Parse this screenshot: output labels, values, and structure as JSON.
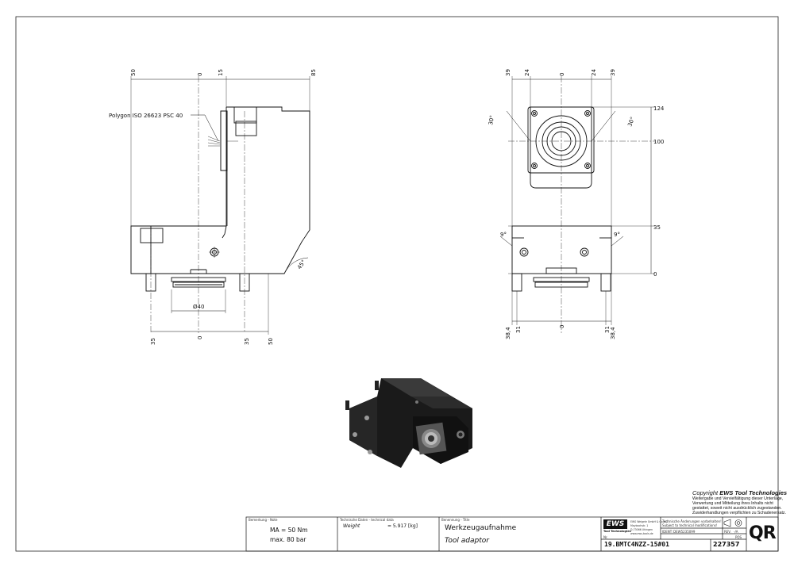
{
  "drawing": {
    "side_view": {
      "top_dims": [
        "50",
        "0",
        "15",
        "85"
      ],
      "bottom_dims": [
        "35",
        "0",
        "35",
        "50"
      ],
      "polygon_label": "Polygon ISO 26623 PSC 40",
      "diameter_label": "Ø40",
      "angle_label": "45°"
    },
    "front_view": {
      "top_dims": [
        "39",
        "24",
        "0",
        "24",
        "39"
      ],
      "right_dims": [
        "124",
        "100",
        "35",
        "0"
      ],
      "bottom_dims_left": [
        "38,4",
        "31"
      ],
      "bottom_center": "0",
      "bottom_dims_right": [
        "31",
        "38,4"
      ],
      "angle_left_top": "30°",
      "angle_right_top": "30°",
      "angle_left_bottom": "9°",
      "angle_right_bottom": "9°"
    }
  },
  "copyright": {
    "heading_prefix": "Copyright ",
    "heading_brand": "EWS Tool Technologies",
    "line1": "Weitergabe und Vervielfältigung dieser Unterlage,",
    "line2": "Verwertung und Mitteilung ihres Inhalts nicht",
    "line3": "gestattet, soweit nicht ausdrücklich zugestanden.",
    "line4": "Zuwiderhandlungen verpflichten zu Schadenersatz."
  },
  "title_block": {
    "remark_header": "Bemerkung - Note",
    "remark_line1": "MA = 50 Nm",
    "remark_line2": "max. 80 bar",
    "techdata_header": "Technische Daten - technical data",
    "weight_label": "Weight",
    "weight_value": "= 5.917 [kg]",
    "designation_header": "Benennung - Title",
    "title_de": "Werkzeugaufnahme",
    "title_en": "Tool adaptor",
    "logo_text": "EWS",
    "logo_sub": "Tool Technologies",
    "company_lines": [
      "EWS Weigele GmbH & Co. KG",
      "Maybachstr. 1",
      "D-73066 Uhingen",
      "www.ews-tools.de"
    ],
    "changes_line1": "Technische Änderungen vorbehalten!",
    "changes_line2": "Subject to technical modifications!",
    "ident_label": "IDENT:",
    "ident_value": "DEW5235099",
    "rev_label": "REV.",
    "rev_value": "-/A",
    "nr_label": "Nr.",
    "part_number": "19.BMTC4NZZ-15#01",
    "pos_label": "POS",
    "pos_value": "227357",
    "qr": "QR"
  }
}
